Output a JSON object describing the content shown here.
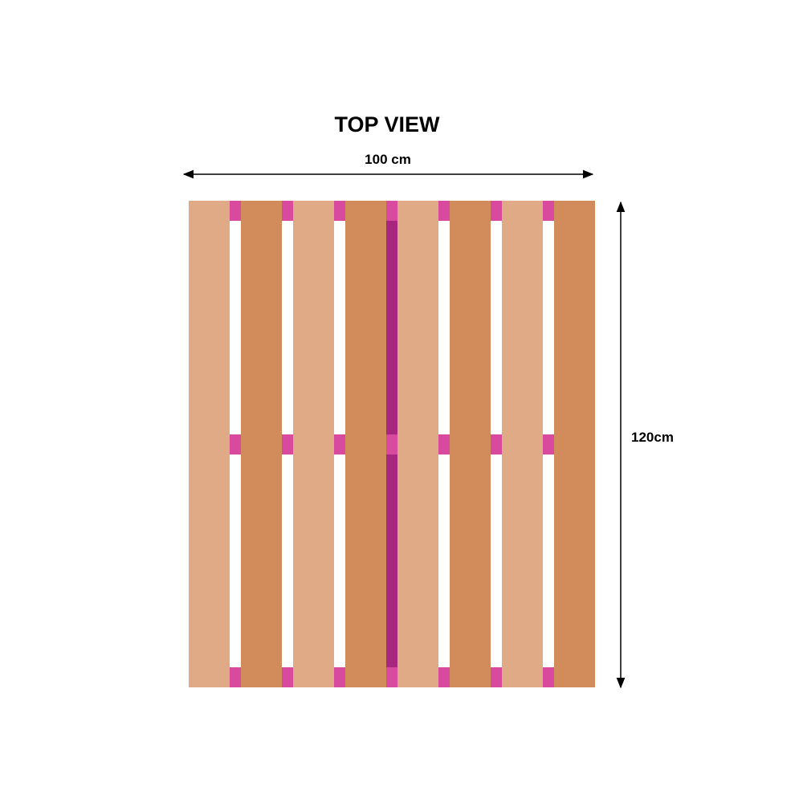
{
  "title": "TOP VIEW",
  "width_label": "100 cm",
  "height_label": "120cm",
  "colors": {
    "board_light": "#e0aa87",
    "board_dark": "#d28c5c",
    "block": "#d84a9e",
    "stringer": "#a7277f",
    "arrow": "#000000",
    "background": "#ffffff"
  },
  "top_boards": [
    {
      "name": "top-board-1",
      "shade": "board_light"
    },
    {
      "name": "top-board-2",
      "shade": "board_dark"
    },
    {
      "name": "top-board-3",
      "shade": "board_light"
    },
    {
      "name": "top-board-4",
      "shade": "board_dark"
    },
    {
      "name": "top-board-5",
      "shade": "board_light"
    },
    {
      "name": "top-board-6",
      "shade": "board_dark"
    },
    {
      "name": "top-board-7",
      "shade": "board_light"
    },
    {
      "name": "top-board-8",
      "shade": "board_dark"
    }
  ]
}
